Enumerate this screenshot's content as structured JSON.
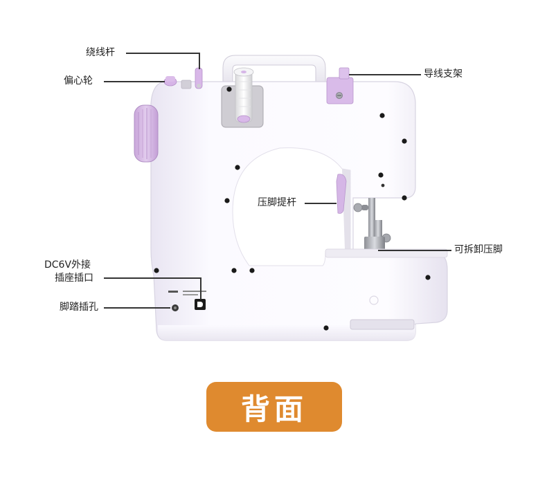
{
  "callouts": {
    "bobbin_winder_shaft": "绕线杆",
    "eccentric_wheel": "偏心轮",
    "thread_guide_bracket": "导线支架",
    "presser_foot_lifter": "压脚提杆",
    "removable_presser_foot": "可拆卸压脚",
    "dc_jack_line1": "DC6V外接",
    "dc_jack_line2": "插座插口",
    "foot_pedal_jack": "脚踏插孔"
  },
  "badge": {
    "label": "背面"
  },
  "colors": {
    "badge": "#df8a2f",
    "machine_body": "#f6f4fb",
    "accent_lilac": "#d7b8e6",
    "leader_line": "#333333"
  }
}
